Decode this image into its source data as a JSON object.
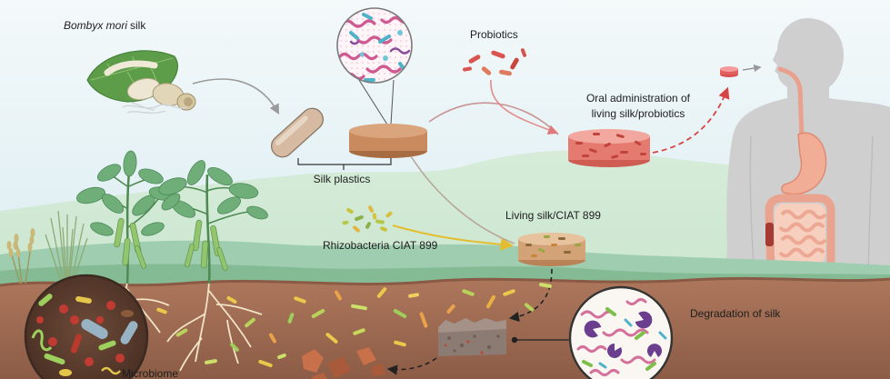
{
  "labels": {
    "bombyx_species": "Bombyx mori",
    "bombyx_suffix": "silk",
    "probiotics": "Probiotics",
    "oral_line1": "Oral administration of",
    "oral_line2": "living silk/probiotics",
    "silk_plastics": "Silk plastics",
    "living_silk": "Living silk/CIAT 899",
    "rhizobacteria": "Rhizobacteria CIAT 899",
    "degradation": "Degradation of silk",
    "microbiome": "Microbiome"
  },
  "colors": {
    "sky_top": "#f4f9fa",
    "sky_bottom": "#d3e9ef",
    "hill": "#c3e2c9",
    "hill_dark": "#9fcdb0",
    "soil": "#ad775c",
    "soil_dark": "#8c5c46",
    "silhouette": "#cfcfcf",
    "silk_disc": "#c98b5e",
    "oral_disc": "#e47a70",
    "arrow_red": "#d64545",
    "arrow_yellow": "#e4bd2e"
  },
  "icons": {
    "cocoon": "cocoon-icon",
    "probiotic": "bacteria-icon",
    "human": "human-silhouette-icon",
    "plant": "legume-plant-icon"
  }
}
